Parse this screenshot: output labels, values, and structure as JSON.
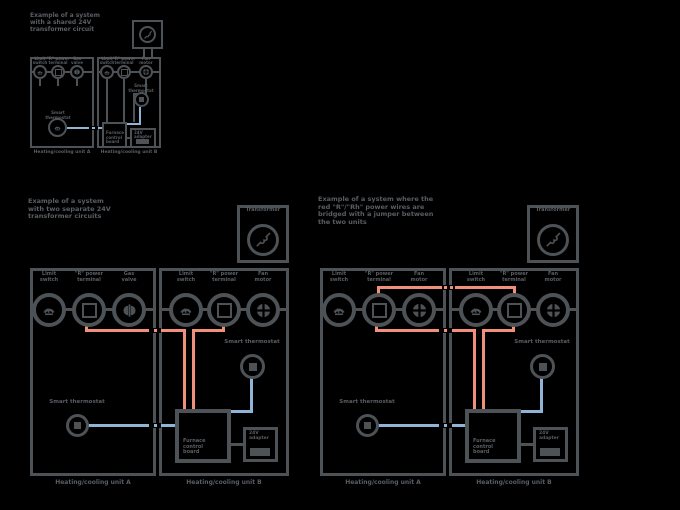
{
  "colors": {
    "bg": "#000000",
    "line": "#4d5257",
    "text": "#595e63",
    "red": "#f08f7a",
    "blue": "#8fb4d6"
  },
  "shared": {
    "transformer_label": "Transformer",
    "thermostat_label": "Smart thermostat",
    "control_board_label": "Furnace\ncontrol\nboard",
    "adapter_label": "24V\nadapter",
    "unit_a_label": "Heating/cooling unit A",
    "unit_b_label": "Heating/cooling unit B",
    "terminals": {
      "switch": "Limit\nswitch",
      "power": "\"R\" power\nterminal",
      "valve": "Gas\nvalve",
      "fan": "Fan\nmotor"
    }
  },
  "diagram1": {
    "title": "Example of a system\nwith a shared 24V\ntransformer circuit"
  },
  "diagram2": {
    "title": "Example of a system\nwith two separate 24V\ntransformer circuits"
  },
  "diagram3": {
    "title": "Example of a system where the\nred \"R\"/\"Rh\" power wires are\nbridged with a jumper between\nthe two units"
  }
}
